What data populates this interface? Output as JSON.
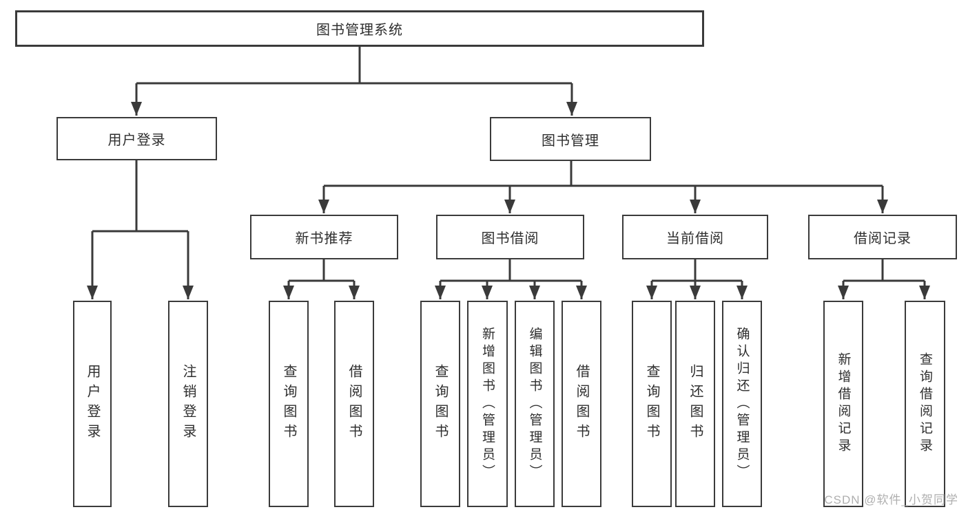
{
  "tree": {
    "label": "图书管理系统",
    "children": [
      {
        "label": "用户登录",
        "children": [
          {
            "label": "用户登录"
          },
          {
            "label": "注销登录"
          }
        ]
      },
      {
        "label": "图书管理",
        "children": [
          {
            "label": "新书推荐",
            "children": [
              {
                "label": "查询图书"
              },
              {
                "label": "借阅图书"
              }
            ]
          },
          {
            "label": "图书借阅",
            "children": [
              {
                "label": "查询图书"
              },
              {
                "label": "新增图书（管理员）"
              },
              {
                "label": "编辑图书（管理员）"
              },
              {
                "label": "借阅图书"
              }
            ]
          },
          {
            "label": "当前借阅",
            "children": [
              {
                "label": "查询图书"
              },
              {
                "label": "归还图书"
              },
              {
                "label": "确认归还（管理员）"
              }
            ]
          },
          {
            "label": "借阅记录",
            "children": [
              {
                "label": "新增借阅记录"
              },
              {
                "label": "查询借阅记录"
              }
            ]
          }
        ]
      }
    ]
  },
  "watermark": "CSDN @软件_小贺同学",
  "colors": {
    "line": "#3a3a3a",
    "text": "#2e2e2e",
    "watermark": "#afafaf"
  }
}
